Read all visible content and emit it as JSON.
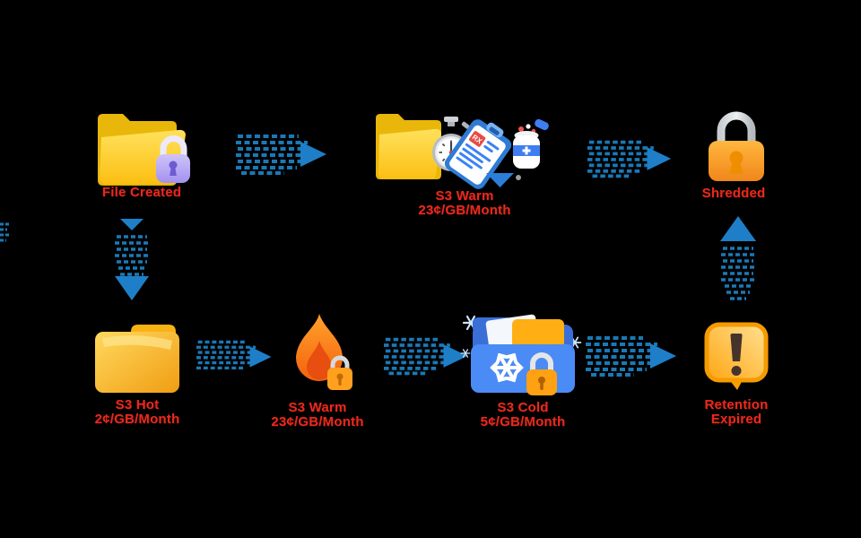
{
  "diagram": {
    "background": "#000000",
    "label_color": "#e8291c",
    "arrow_color": "#1a79b6",
    "arrowhead_color": "#1e7fc8",
    "nodes": {
      "file_created": {
        "label": "File Created",
        "icon": "folder-with-purple-lock"
      },
      "s3_warm_top": {
        "line1": "S3 Warm",
        "line2": "23¢/GB/Month",
        "icon": "folder-stopwatch-rx-clipboard-medicine-jar"
      },
      "shredded": {
        "label": "Shredded",
        "icon": "orange-padlock"
      },
      "s3_hot": {
        "line1": "S3 Hot",
        "line2": "2¢/GB/Month",
        "icon": "closed-orange-folder"
      },
      "s3_warm_bottom": {
        "line1": "S3 Warm",
        "line2": "23¢/GB/Month",
        "icon": "flame-with-lock"
      },
      "s3_cold": {
        "line1": "S3 Cold",
        "line2": "5¢/GB/Month",
        "icon": "blue-snowflake-folder-with-lock"
      },
      "retention_expired": {
        "line1": "Retention",
        "line2": "Expired",
        "icon": "warning-exclamation-bubble"
      }
    },
    "connectors": {
      "top_arrow_1": "dashed-blue-right-arrow-illegible-text",
      "top_arrow_2": "dashed-blue-right-arrow-illegible-text",
      "left_vertical": "dashed-blue-down-arrow",
      "right_vertical": "dashed-blue-up-arrow",
      "bottom_arrow_1": "dashed-blue-right-arrow-illegible-text",
      "bottom_arrow_2": "dashed-blue-right-arrow-illegible-text",
      "bottom_arrow_3": "dashed-blue-right-arrow-illegible-text"
    }
  }
}
